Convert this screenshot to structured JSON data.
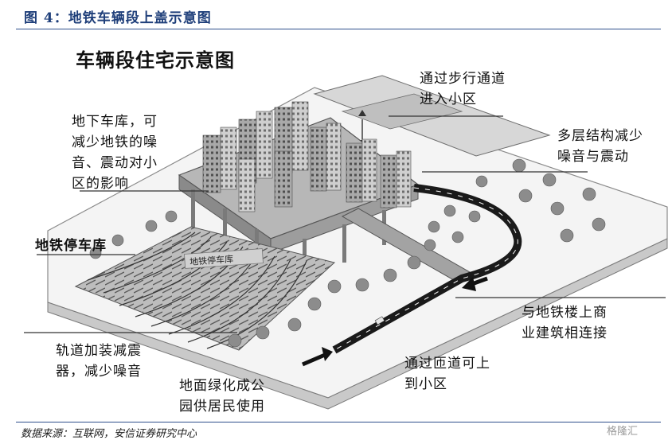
{
  "figure_title": "图 4：地铁车辆段上盖示意图",
  "diagram_title": "车辆段住宅示意图",
  "embedded_label": "地铁停车库",
  "labels": {
    "walkway": "通过步行通道\n进入小区",
    "underground_garage": "地下车库，可\n减少地铁的噪\n音、震动对小\n区的影响",
    "multilayer": "多层结构减少\n噪音与震动",
    "depot": "地铁停车库",
    "commercial": "与地铁楼上商\n业建筑相连接",
    "track_damper": "轨道加装减震\n器，减少噪音",
    "ramp": "通过匝道可上\n到小区",
    "greening": "地面绿化成公\n园供居民使用"
  },
  "source": "数据来源：互联网，安信证券研究中心",
  "watermark": "格隆汇"
}
